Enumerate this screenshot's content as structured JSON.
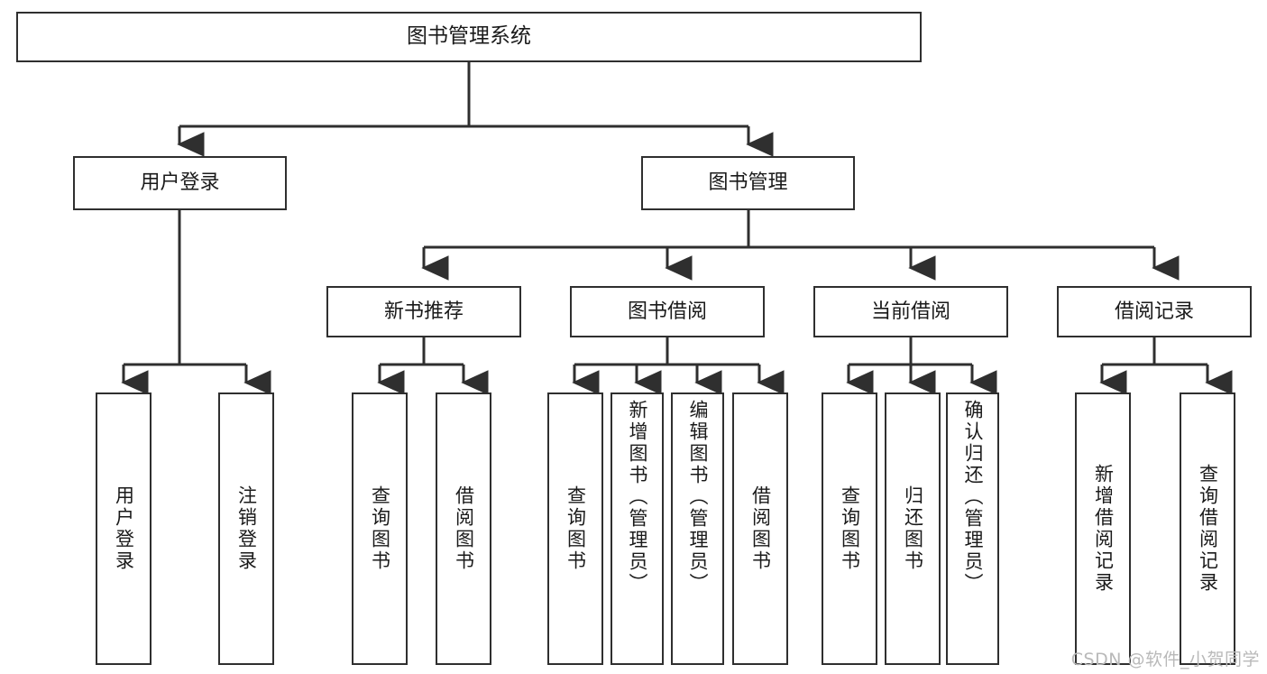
{
  "diagram": {
    "type": "tree-hierarchy",
    "title": "图书管理系统",
    "orientation": "top-down",
    "colors": {
      "box_border": "#2f2f2f",
      "box_fill": "#ffffff",
      "connector": "#2f2f2f",
      "text": "#1a1a1a",
      "watermark": "#b9b9b9"
    },
    "root": {
      "id": "root",
      "label": "图书管理系统"
    },
    "level2": [
      {
        "id": "n-user-login",
        "label": "用户登录"
      },
      {
        "id": "n-book-manage",
        "label": "图书管理"
      }
    ],
    "level3": [
      {
        "id": "n-new-book-rec",
        "label": "新书推荐",
        "parent": "n-book-manage"
      },
      {
        "id": "n-book-borrow",
        "label": "图书借阅",
        "parent": "n-book-manage"
      },
      {
        "id": "n-current-borrow",
        "label": "当前借阅",
        "parent": "n-book-manage"
      },
      {
        "id": "n-borrow-record",
        "label": "借阅记录",
        "parent": "n-book-manage"
      }
    ],
    "leaves": [
      {
        "id": "leaf-user-login",
        "label": "用户登录",
        "parent": "n-user-login"
      },
      {
        "id": "leaf-user-logout",
        "label": "注销登录",
        "parent": "n-user-login"
      },
      {
        "id": "leaf-query-book-1",
        "label": "查询图书",
        "parent": "n-new-book-rec"
      },
      {
        "id": "leaf-borrow-book-1",
        "label": "借阅图书",
        "parent": "n-new-book-rec"
      },
      {
        "id": "leaf-query-book-2",
        "label": "查询图书",
        "parent": "n-book-borrow"
      },
      {
        "id": "leaf-add-book",
        "label": "新增图书（管理员）",
        "parent": "n-book-borrow"
      },
      {
        "id": "leaf-edit-book",
        "label": "编辑图书（管理员）",
        "parent": "n-book-borrow"
      },
      {
        "id": "leaf-borrow-book-2",
        "label": "借阅图书",
        "parent": "n-book-borrow"
      },
      {
        "id": "leaf-query-book-3",
        "label": "查询图书",
        "parent": "n-current-borrow"
      },
      {
        "id": "leaf-return-book",
        "label": "归还图书",
        "parent": "n-current-borrow"
      },
      {
        "id": "leaf-confirm-return",
        "label": "确认归还（管理员）",
        "parent": "n-current-borrow"
      },
      {
        "id": "leaf-add-record",
        "label": "新增借阅记录",
        "parent": "n-borrow-record"
      },
      {
        "id": "leaf-query-record",
        "label": "查询借阅记录",
        "parent": "n-borrow-record"
      }
    ],
    "watermark": "CSDN @软件_小贺同学"
  }
}
